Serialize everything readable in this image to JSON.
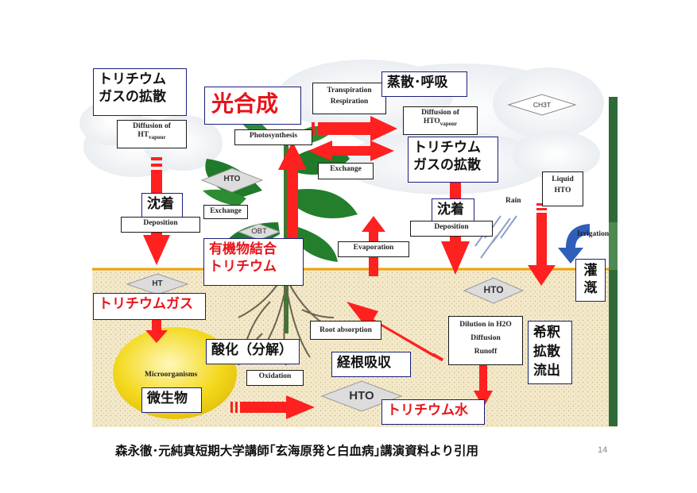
{
  "labels": {
    "tritium_gas_diffusion_left": "トリチウム\nガスの拡散",
    "diffusion_ht_vapour": "Diffusion of\nHT",
    "vapour_sub": "vapour",
    "photosynthesis_jp": "光合成",
    "transpiration_respiration": "Transpiration\nRespiration",
    "transpiration_jp": "蒸散･呼吸",
    "diffusion_hto_vapour": "Diffusion of\nHTO",
    "photosynthesis_en": "Photosynthesis",
    "tritium_gas_diffusion_right": "トリチウム\nガスの拡散",
    "exchange_mid": "Exchange",
    "ch3t": "CH3T",
    "liquid_hto": "Liquid\nHTO",
    "rain": "Rain",
    "deposition_jp_left": "沈着",
    "deposition_en_left": "Deposition",
    "hto_leaf": "HTO",
    "exchange_leaf": "Exchange",
    "obt": "OBT",
    "deposition_jp_right": "沈着",
    "deposition_en_right": "Deposition",
    "irrigation_en": "Irrigation",
    "organic_tritium": "有機物結合\nトリチウム",
    "evaporation": "Evaporation",
    "irrigation_jp": "灌\n漑",
    "ht": "HT",
    "tritium_gas": "トリチウムガス",
    "hto_soil": "HTO",
    "root_absorption": "Root absorption",
    "dilution": "Dilution in H2O\nDiffusion\nRunoff",
    "dilution_jp": "希釈\n拡散\n流出",
    "oxidation_jp": "酸化（分解）",
    "root_absorption_jp": "経根吸収",
    "microorganisms": "Microorganisms",
    "oxidation_en": "Oxidation",
    "microbes_jp": "微生物",
    "hto_bottom": "HTO",
    "tritium_water": "トリチウム水"
  },
  "caption": "森永徹･元純真短期大学講師｢玄海原発と白血病｣講演資料より引用",
  "page_number": "14",
  "colors": {
    "arrow": "#ff2020",
    "soil": "#f2e7c4",
    "soil_line": "#f0a000",
    "cloud": "#eef1f5",
    "leaf": "#1f7a2a",
    "microbe": "#f2d61a",
    "box_border": "#1a1f7a",
    "red_text": "#e8141b"
  }
}
